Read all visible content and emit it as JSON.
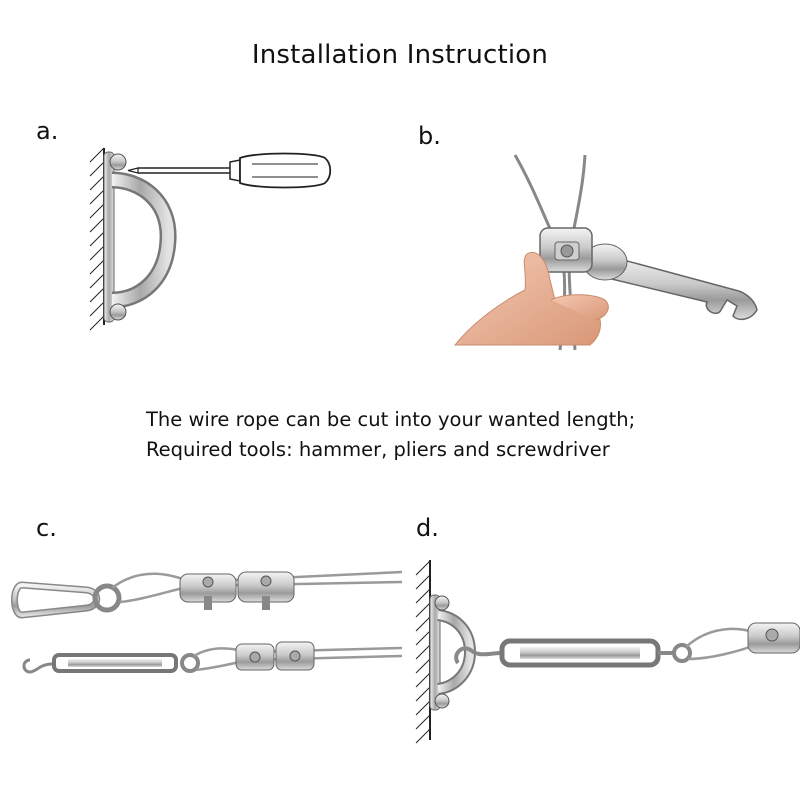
{
  "title": "Installation Instruction",
  "steps": [
    {
      "label": "a."
    },
    {
      "label": "b."
    },
    {
      "label": "c."
    },
    {
      "label": "d."
    }
  ],
  "note": {
    "line1": "The wire rope can be cut into your wanted length;",
    "line2": "Required tools: hammer, pliers and screwdriver"
  },
  "colors": {
    "steel_light": "#e6e6e6",
    "steel_mid": "#b4b4b4",
    "steel_dark": "#7a7a7a",
    "line": "#222222",
    "skin": "#e8b49a"
  }
}
